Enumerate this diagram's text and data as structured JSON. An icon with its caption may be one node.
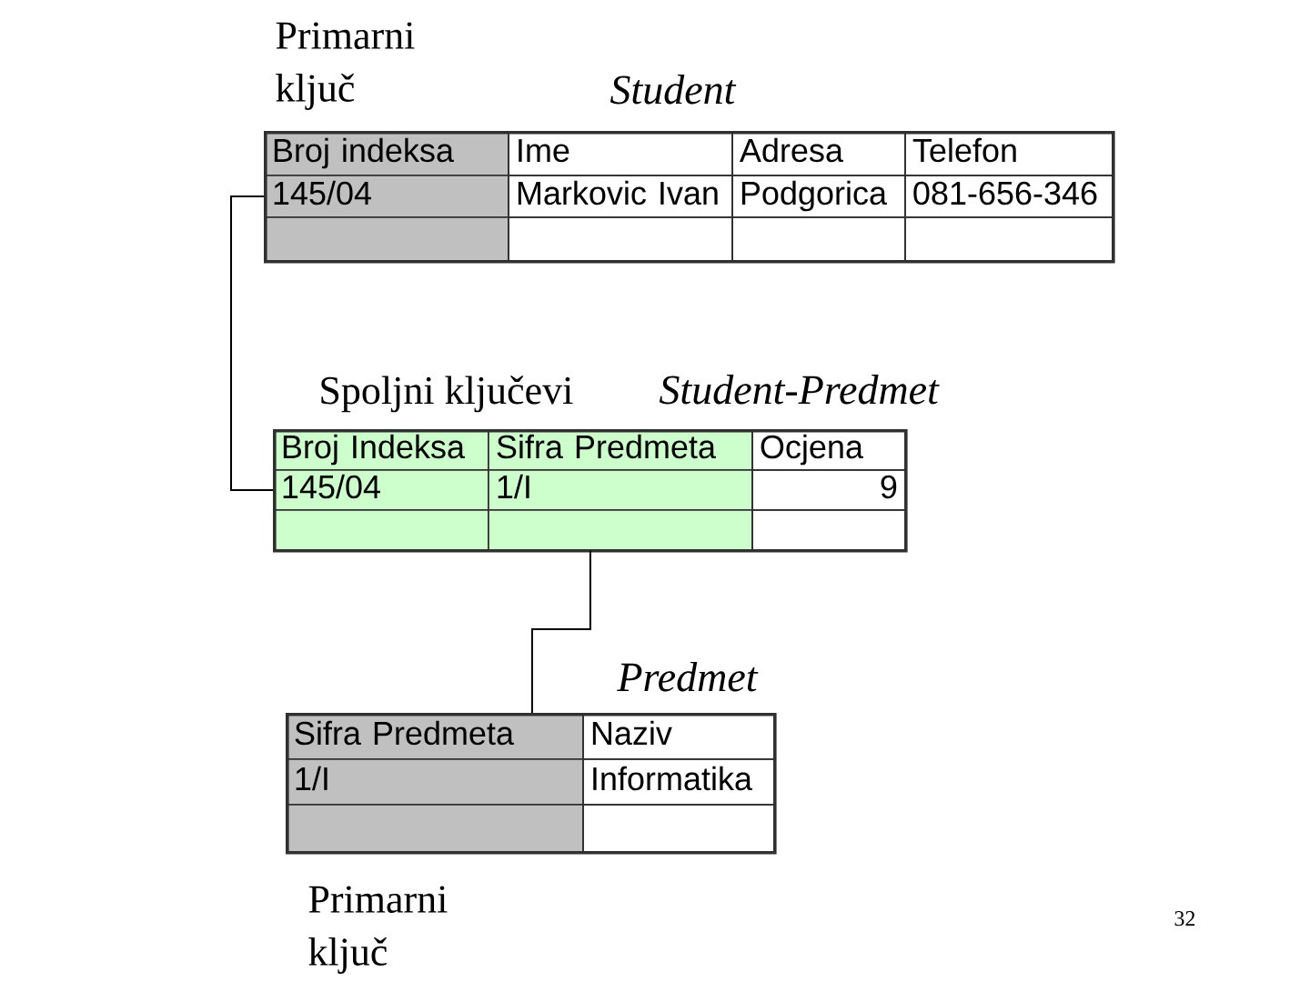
{
  "diagram": {
    "nodes": [
      {
        "text": [
          "Student"
        ]
      },
      {
        "text": [
          "Broj indeksa"
        ],
        "in": 0
      },
      {
        "text": [
          "Ime"
        ],
        "in": 0
      },
      {
        "text": [
          "Adresa"
        ],
        "in": 0
      },
      {
        "text": [
          "Telefon"
        ],
        "in": 0
      },
      {
        "text": [
          "145/04"
        ],
        "in": 0
      },
      {
        "text": [
          "Markovic Ivan"
        ],
        "in": 0
      },
      {
        "text": [
          "Podgorica"
        ],
        "in": 0
      },
      {
        "text": [
          "081-656-346"
        ],
        "in": 0
      },
      {
        "text": [],
        "shape": "box",
        "in": 0
      },
      {
        "text": [],
        "shape": "box",
        "in": 0
      },
      {
        "text": [],
        "shape": "box",
        "in": 0
      },
      {
        "text": [],
        "shape": "box",
        "in": 0
      },
      {
        "text": [
          "Student-Predmet"
        ]
      },
      {
        "text": [
          "Broj Indeksa"
        ],
        "in": 13
      },
      {
        "text": [
          "Sifra Predmeta"
        ],
        "in": 13
      },
      {
        "text": [
          "Ocjena"
        ],
        "in": 13
      },
      {
        "text": [
          "145/04"
        ],
        "in": 13
      },
      {
        "text": [
          "1/I"
        ],
        "in": 13
      },
      {
        "text": [
          "9"
        ],
        "in": 13
      },
      {
        "text": [],
        "shape": "box",
        "in": 13
      },
      {
        "text": [],
        "shape": "box",
        "in": 13
      },
      {
        "text": [],
        "shape": "box",
        "in": 13
      },
      {
        "text": [
          "Predmet"
        ]
      },
      {
        "text": [
          "Sifra Predmeta"
        ],
        "in": 23
      },
      {
        "text": [
          "Naziv"
        ],
        "in": 23
      },
      {
        "text": [
          "1/I"
        ],
        "in": 23
      },
      {
        "text": [
          "Informatika"
        ],
        "in": 23
      },
      {
        "text": [],
        "shape": "box",
        "in": 23
      },
      {
        "text": [],
        "shape": "box",
        "in": 23
      }
    ],
    "edges": [
      {
        "from": 5,
        "to": 17,
        "arrow": "none"
      },
      {
        "from": 21,
        "to": 24,
        "arrow": "none"
      }
    ],
    "labels": [
      "Primarni ključ",
      "Spoljni ključevi",
      "Primarni ključ",
      "32"
    ]
  }
}
